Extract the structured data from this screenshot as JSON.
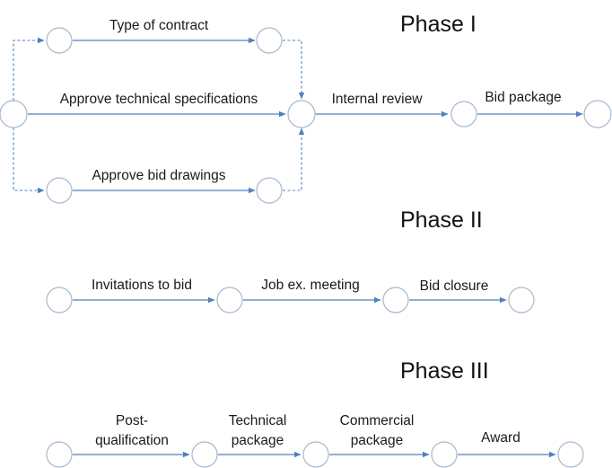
{
  "phases": [
    {
      "label": "Phase I"
    },
    {
      "label": "Phase II"
    },
    {
      "label": "Phase III"
    }
  ],
  "activities": {
    "type_of_contract": "Type of contract",
    "approve_technical_specifications": "Approve technical specifications",
    "approve_bid_drawings": "Approve bid drawings",
    "internal_review": "Internal review",
    "bid_package": "Bid package",
    "invitations_to_bid": "Invitations to bid",
    "job_ex_meeting": "Job ex. meeting",
    "bid_closure": "Bid closure",
    "post_qualification": [
      "Post-",
      "qualification"
    ],
    "technical_package": [
      "Technical",
      "package"
    ],
    "commercial_package": [
      "Commercial",
      "package"
    ],
    "award": "Award"
  },
  "colors": {
    "arrow": "#4f81bd",
    "node_border": "#a9b7cc"
  }
}
